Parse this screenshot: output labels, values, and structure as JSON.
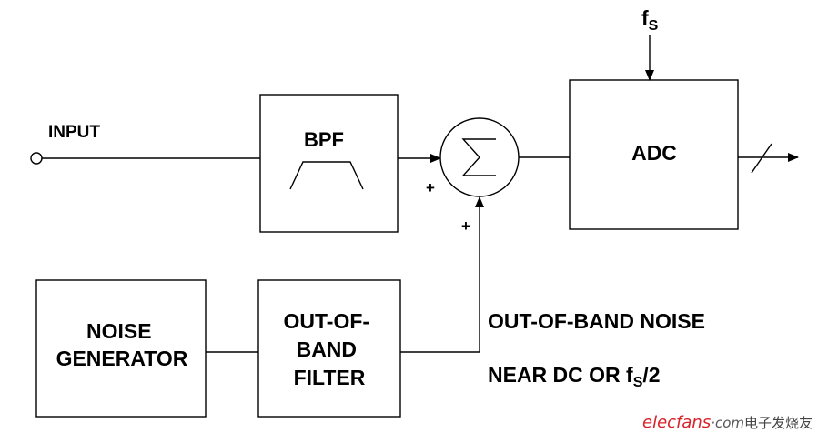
{
  "labels": {
    "input": "INPUT",
    "bpf": "BPF",
    "adc": "ADC",
    "fs_main": "f",
    "fs_sub": "S",
    "plus_top": "+",
    "plus_bottom": "+",
    "noise_gen_line1": "NOISE",
    "noise_gen_line2": "GENERATOR",
    "filter_line1": "OUT-OF-",
    "filter_line2": "BAND",
    "filter_line3": "FILTER",
    "note_line1": "OUT-OF-BAND NOISE",
    "note_line2_prefix": "NEAR DC OR f",
    "note_line2_sub": "S",
    "note_line2_suffix": "/2"
  },
  "watermark": {
    "elec": "elec",
    "fans": "fans",
    "dot_com": "·com",
    "cn": "电子发烧友",
    "red": "#d8202a",
    "gray": "#555555"
  },
  "colors": {
    "line": "#000000",
    "background": "#ffffff"
  }
}
